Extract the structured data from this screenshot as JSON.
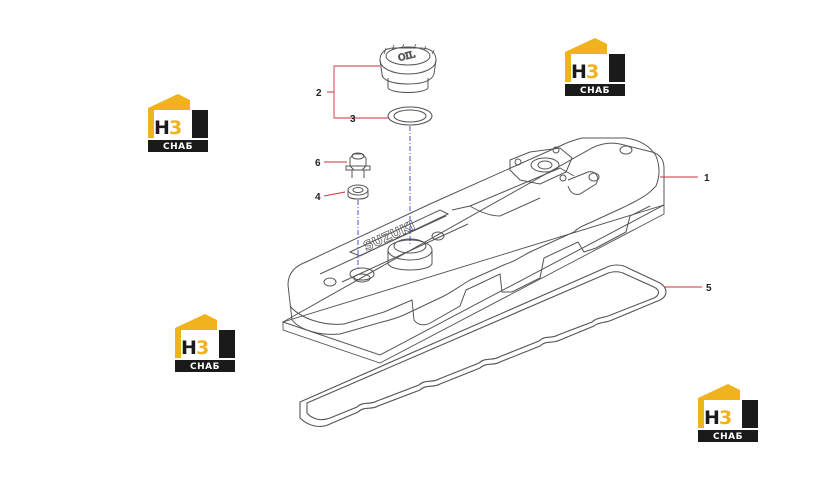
{
  "diagram": {
    "callouts": [
      {
        "id": "c1",
        "number": "1"
      },
      {
        "id": "c2",
        "number": "2"
      },
      {
        "id": "c3",
        "number": "3"
      },
      {
        "id": "c4",
        "number": "4"
      },
      {
        "id": "c5",
        "number": "5"
      },
      {
        "id": "c6",
        "number": "6"
      }
    ],
    "cover_brand_text": "SUZUKI",
    "oil_cap_text": "OIL"
  },
  "watermark": {
    "letters_main": "H",
    "letters_accent": "3",
    "label": "СНАБ",
    "accent_color": "#f0b21d",
    "dark_color": "#1a1a1a"
  },
  "colors": {
    "line": "#555555",
    "leader_red": "#c8323c",
    "center_line": "#3a3ad0"
  }
}
